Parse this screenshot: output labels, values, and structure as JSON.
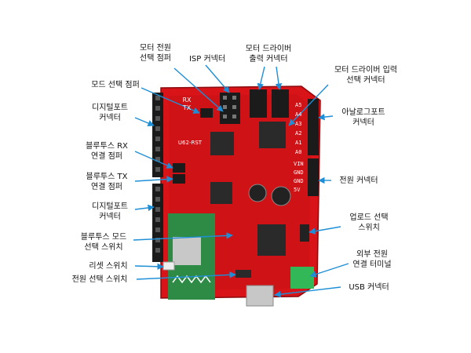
{
  "colors": {
    "board": "#d81418",
    "board_dark": "#b20d12",
    "header": "#1b1b1b",
    "bluetooth": "#2e8b46",
    "terminal": "#33b857",
    "arrow": "#1e8fd6",
    "chip": "#2a2a2a",
    "usb": "#c7c7c7"
  },
  "labels": {
    "motor_power_jumper": [
      "모터 전원",
      "선택 점퍼"
    ],
    "isp_connector": [
      "ISP 커넥터"
    ],
    "motor_driver_output": [
      "모터 드라이버",
      "출력 커넥터"
    ],
    "motor_driver_input": [
      "모터 드라이버 입력",
      "선택 커넥터"
    ],
    "mode_jumper": [
      "모드 선택 점퍼"
    ],
    "digital_port_top": [
      "디지털포트",
      "커넥터"
    ],
    "analog_port": [
      "아날로그포트",
      "커넥터"
    ],
    "bt_rx_jumper": [
      "블루투스 RX",
      "연결 점퍼"
    ],
    "bt_tx_jumper": [
      "블루투스 TX",
      "연결 점퍼"
    ],
    "power_connector": [
      "전원 커넥터"
    ],
    "digital_port_bottom": [
      "디지털포트",
      "커넥터"
    ],
    "upload_switch": [
      "업로드 선택",
      "스위치"
    ],
    "bt_mode_switch": [
      "블루투스 모드",
      "선택 스위치"
    ],
    "ext_power_terminal": [
      "외부 전원",
      "연결 터미널"
    ],
    "reset_switch": [
      "리셋 스위치"
    ],
    "power_select_switch": [
      "전원 선택 스위치"
    ],
    "usb_connector": [
      "USB 커넥터"
    ]
  },
  "silkscreen": {
    "rx": "RX",
    "tx": "TX",
    "analog_pins": [
      "A5",
      "A4",
      "A3",
      "A2",
      "A1",
      "A0"
    ],
    "power_pins": [
      "VIN",
      "GND",
      "GND",
      "5V"
    ],
    "dip_mark": "U62-RST"
  }
}
